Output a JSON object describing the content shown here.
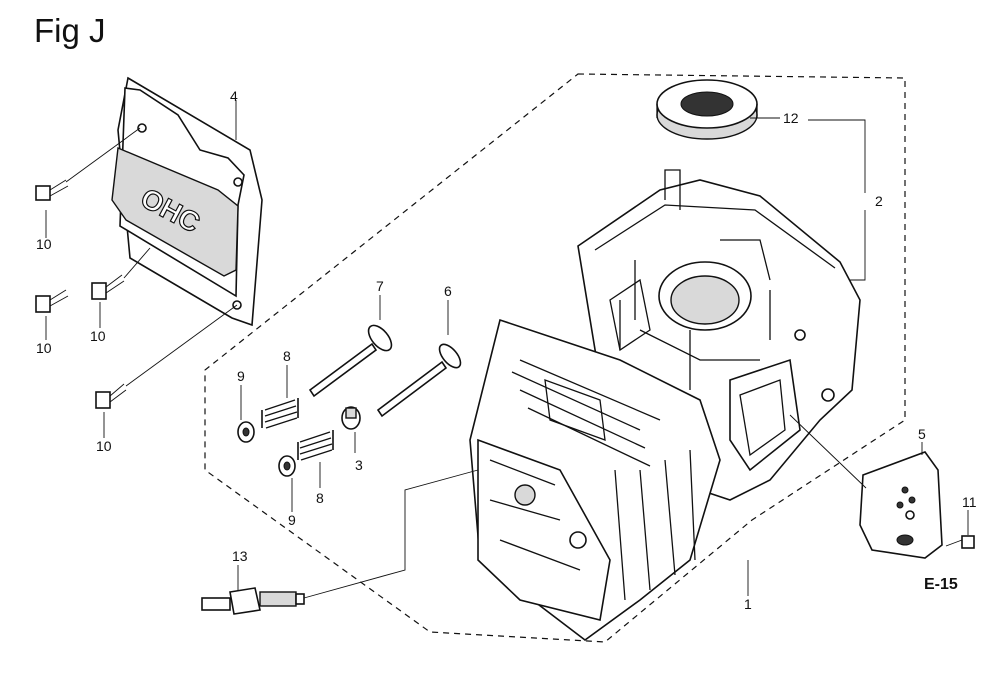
{
  "title": "Fig J",
  "reference": "E-15",
  "callouts": {
    "c1": "1",
    "c2": "2",
    "c3": "3",
    "c4": "4",
    "c5": "5",
    "c6": "6",
    "c7": "7",
    "c8a": "8",
    "c8b": "8",
    "c9a": "9",
    "c9b": "9",
    "c10a": "10",
    "c10b": "10",
    "c10c": "10",
    "c10d": "10",
    "c11": "11",
    "c12": "12",
    "c13": "13"
  },
  "cover_logo_text": "OHC",
  "colors": {
    "line": "#111111",
    "background": "#ffffff"
  }
}
